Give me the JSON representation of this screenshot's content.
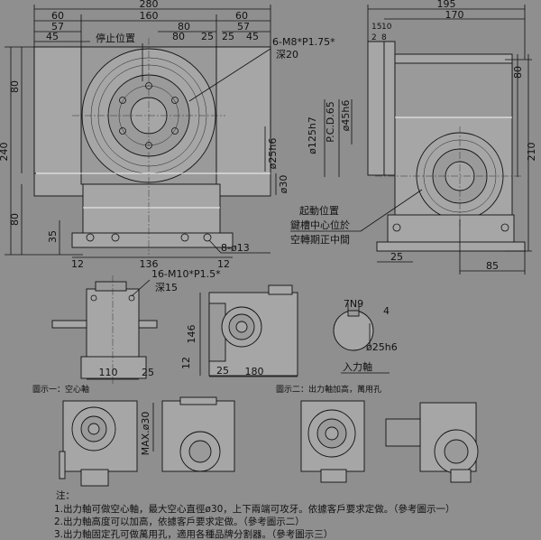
{
  "top_view": {
    "dims_top": [
      "280",
      "60",
      "160",
      "60",
      "57",
      "80",
      "57",
      "45",
      "80",
      "25",
      "25",
      "45"
    ],
    "dims_left": [
      "240",
      "80",
      "80",
      "35"
    ],
    "dims_bottom": [
      "12",
      "136",
      "12"
    ],
    "dims_vertical": [
      "ø25h6",
      "ø30"
    ],
    "label_stop_position": "停止位置",
    "label_thread": "6-M8*P1.75*",
    "label_depth": "深20",
    "label_holes": "8-ø13"
  },
  "side_view": {
    "dims_top": [
      "195",
      "170",
      "15",
      "10",
      "2",
      "8"
    ],
    "dims_vertical": [
      "ø125h7",
      "P.C.D.65",
      "ø45h6",
      "210",
      "80"
    ],
    "dims_bottom": [
      "25",
      "85"
    ],
    "label_start_line1": "起動位置",
    "label_start_line2": "鍵槽中心位於",
    "label_start_line3": "空轉期正中間"
  },
  "example_one": {
    "label_thread": "16-M10*P1.5*",
    "label_depth": "深15",
    "dims_bottom": [
      "110",
      "25"
    ],
    "caption": "圖示一：空心軸"
  },
  "example_two": {
    "dims": [
      "146",
      "12",
      "25",
      "180"
    ],
    "caption": "圖示二：出力軸加高，萬用孔"
  },
  "input_shaft": {
    "key_label": "7N9",
    "key_depth": "4",
    "diameter": "ø25h6",
    "title": "入力軸"
  },
  "hollow_view": {
    "dim": "MAX.ø30"
  },
  "notes": {
    "heading": "注：",
    "line1": "1.出力軸可做空心軸，最大空心直徑ø30，上下兩端可攻牙。依據客戶要求定做。（參考圖示一）",
    "line2": "2.出力軸高度可以加高，依據客戶要求定做。（參考圖示二）",
    "line3": "3.出力軸固定孔可做萬用孔，適用各種品牌分割器。（參考圖示三）"
  }
}
